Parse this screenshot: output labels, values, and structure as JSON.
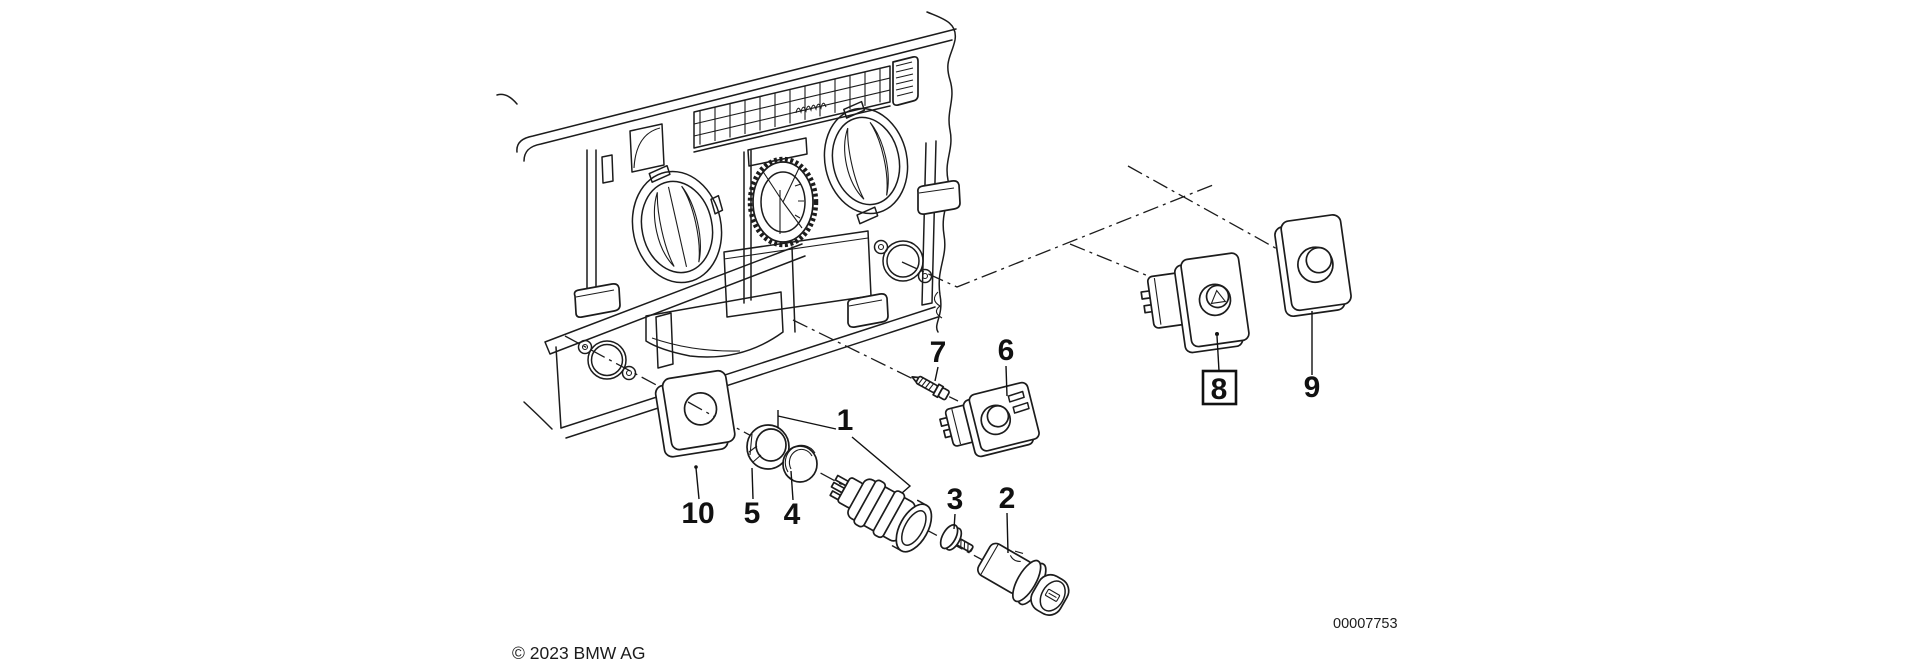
{
  "diagram": {
    "copyright": "© 2023 BMW AG",
    "document_number": "00007753",
    "part_labels": [
      {
        "number": "1",
        "boxed": false
      },
      {
        "number": "2",
        "boxed": false
      },
      {
        "number": "3",
        "boxed": false
      },
      {
        "number": "4",
        "boxed": false
      },
      {
        "number": "5",
        "boxed": false
      },
      {
        "number": "6",
        "boxed": false
      },
      {
        "number": "7",
        "boxed": false
      },
      {
        "number": "8",
        "boxed": true
      },
      {
        "number": "9",
        "boxed": false
      },
      {
        "number": "10",
        "boxed": false
      }
    ],
    "colors": {
      "line": "#1c1c1c",
      "background": "#ffffff"
    }
  }
}
